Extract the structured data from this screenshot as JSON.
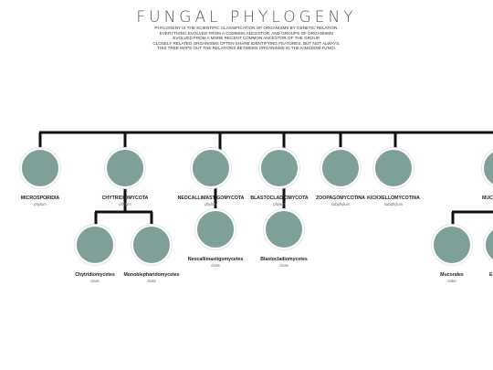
{
  "header": {
    "title": "FUNGAL PHYLOGENY",
    "description": [
      "PHYLOGENY IS THE SCIENTIFIC CLASSIFICATION OF ORGANISMS BY GENETIC RELATION.",
      "EVERYTHING EVOLVED FROM A COMMON ANCESTOR, AND GROUPS OF ORGANISMS",
      "EVOLVED FROM A MORE RECENT COMMON ANCESTOR OF THE GROUP.",
      "CLOSELY RELATED ORGANISMS OFTEN SHARE IDENTIFYING FEATURES, BUT NOT ALWAYS.",
      "THIS TREE MAPS OUT THE RELATIONS BETWEEN ORGANISMS IN THE KINGDOM FUNGI."
    ]
  },
  "colors": {
    "node": "#7f9f99",
    "line": "#111111"
  },
  "nodes": {
    "microsporidia": {
      "name": "MICROSPORIDIA",
      "rank": "phylum"
    },
    "chytridiomycota": {
      "name": "CHYTRIDIOMYCOTA",
      "rank": "phylum"
    },
    "neocallimastigomycota": {
      "name": "NEOCALLIMASTIGOMYCOTA",
      "rank": "phylum"
    },
    "blastocladiomycota": {
      "name": "BLASTOCLADIOMYCOTA",
      "rank": "phylum"
    },
    "zoopagomycotina": {
      "name": "ZOOPAGOMYCOTINA",
      "rank": "subphylum"
    },
    "kickxellomycotina": {
      "name": "KICKXELLOMYCOTINA",
      "rank": "subphylum"
    },
    "muco": {
      "name": "MUCO",
      "rank": ""
    },
    "chytridiomycetes": {
      "name": "Chytridiomycetes",
      "rank": "class"
    },
    "monoblepharidomycetes": {
      "name": "Monoblepharidomycetes",
      "rank": "class"
    },
    "neocallimastigomycetes": {
      "name": "Neocallimastigomycetes",
      "rank": "class"
    },
    "blastocladiomycetes": {
      "name": "Blastocladiomycetes",
      "rank": "class"
    },
    "mucorales": {
      "name": "Mucorales",
      "rank": "order"
    },
    "e_partial": {
      "name": "E",
      "rank": ""
    }
  }
}
